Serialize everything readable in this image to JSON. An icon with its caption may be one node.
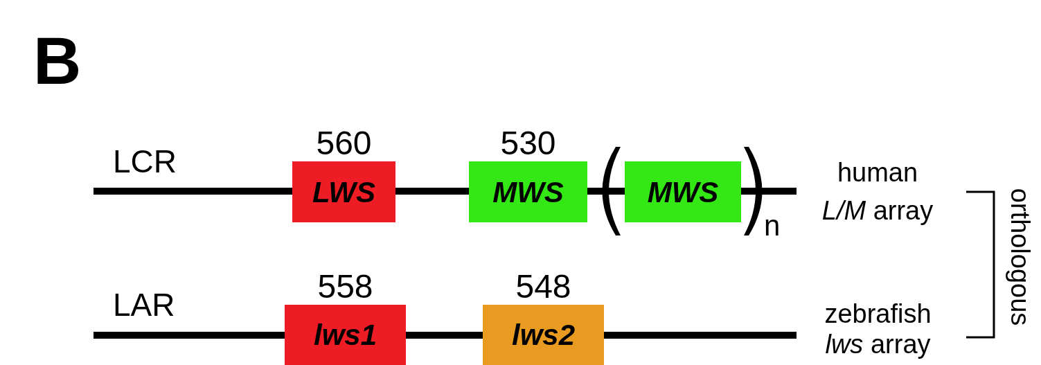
{
  "diagram": {
    "nodes": [
      {
        "text": [
          "LWS"
        ],
        "beside": [
          "560"
        ]
      },
      {
        "text": [
          "MWS"
        ],
        "beside": [
          "530"
        ]
      },
      {
        "text": [
          "MWS"
        ]
      },
      {
        "text": [
          "lws1"
        ],
        "beside": [
          "558"
        ]
      },
      {
        "text": [
          "lws2"
        ],
        "beside": [
          "548"
        ]
      }
    ],
    "labels": [
      "B",
      "LCR",
      "n",
      "human *L/M* array",
      "LAR",
      "zebrafish *lws* array",
      "orthologous"
    ]
  }
}
